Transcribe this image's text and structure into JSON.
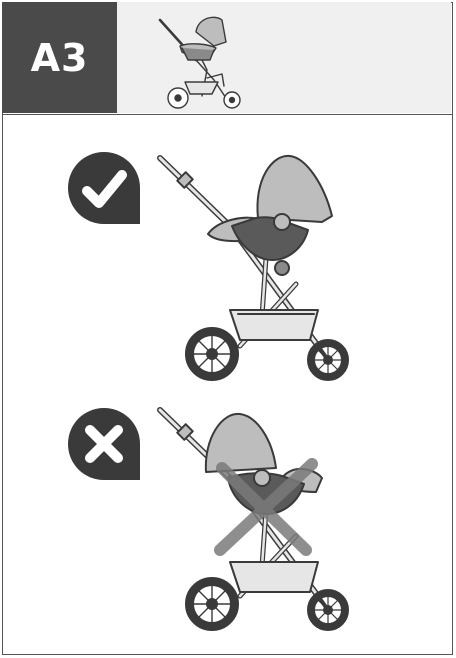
{
  "header": {
    "step_label": "A3"
  },
  "panels": [
    {
      "status": "correct",
      "icon": "checkmark-badge-icon"
    },
    {
      "status": "incorrect",
      "icon": "cross-badge-icon"
    }
  ],
  "colors": {
    "header_dark": "#4a4a4a",
    "badge": "#3a3a3a",
    "seat_fill": "#bdbdbd",
    "frame_fill": "#e6e6e6",
    "cross_overlay": "#7a7a7a"
  }
}
